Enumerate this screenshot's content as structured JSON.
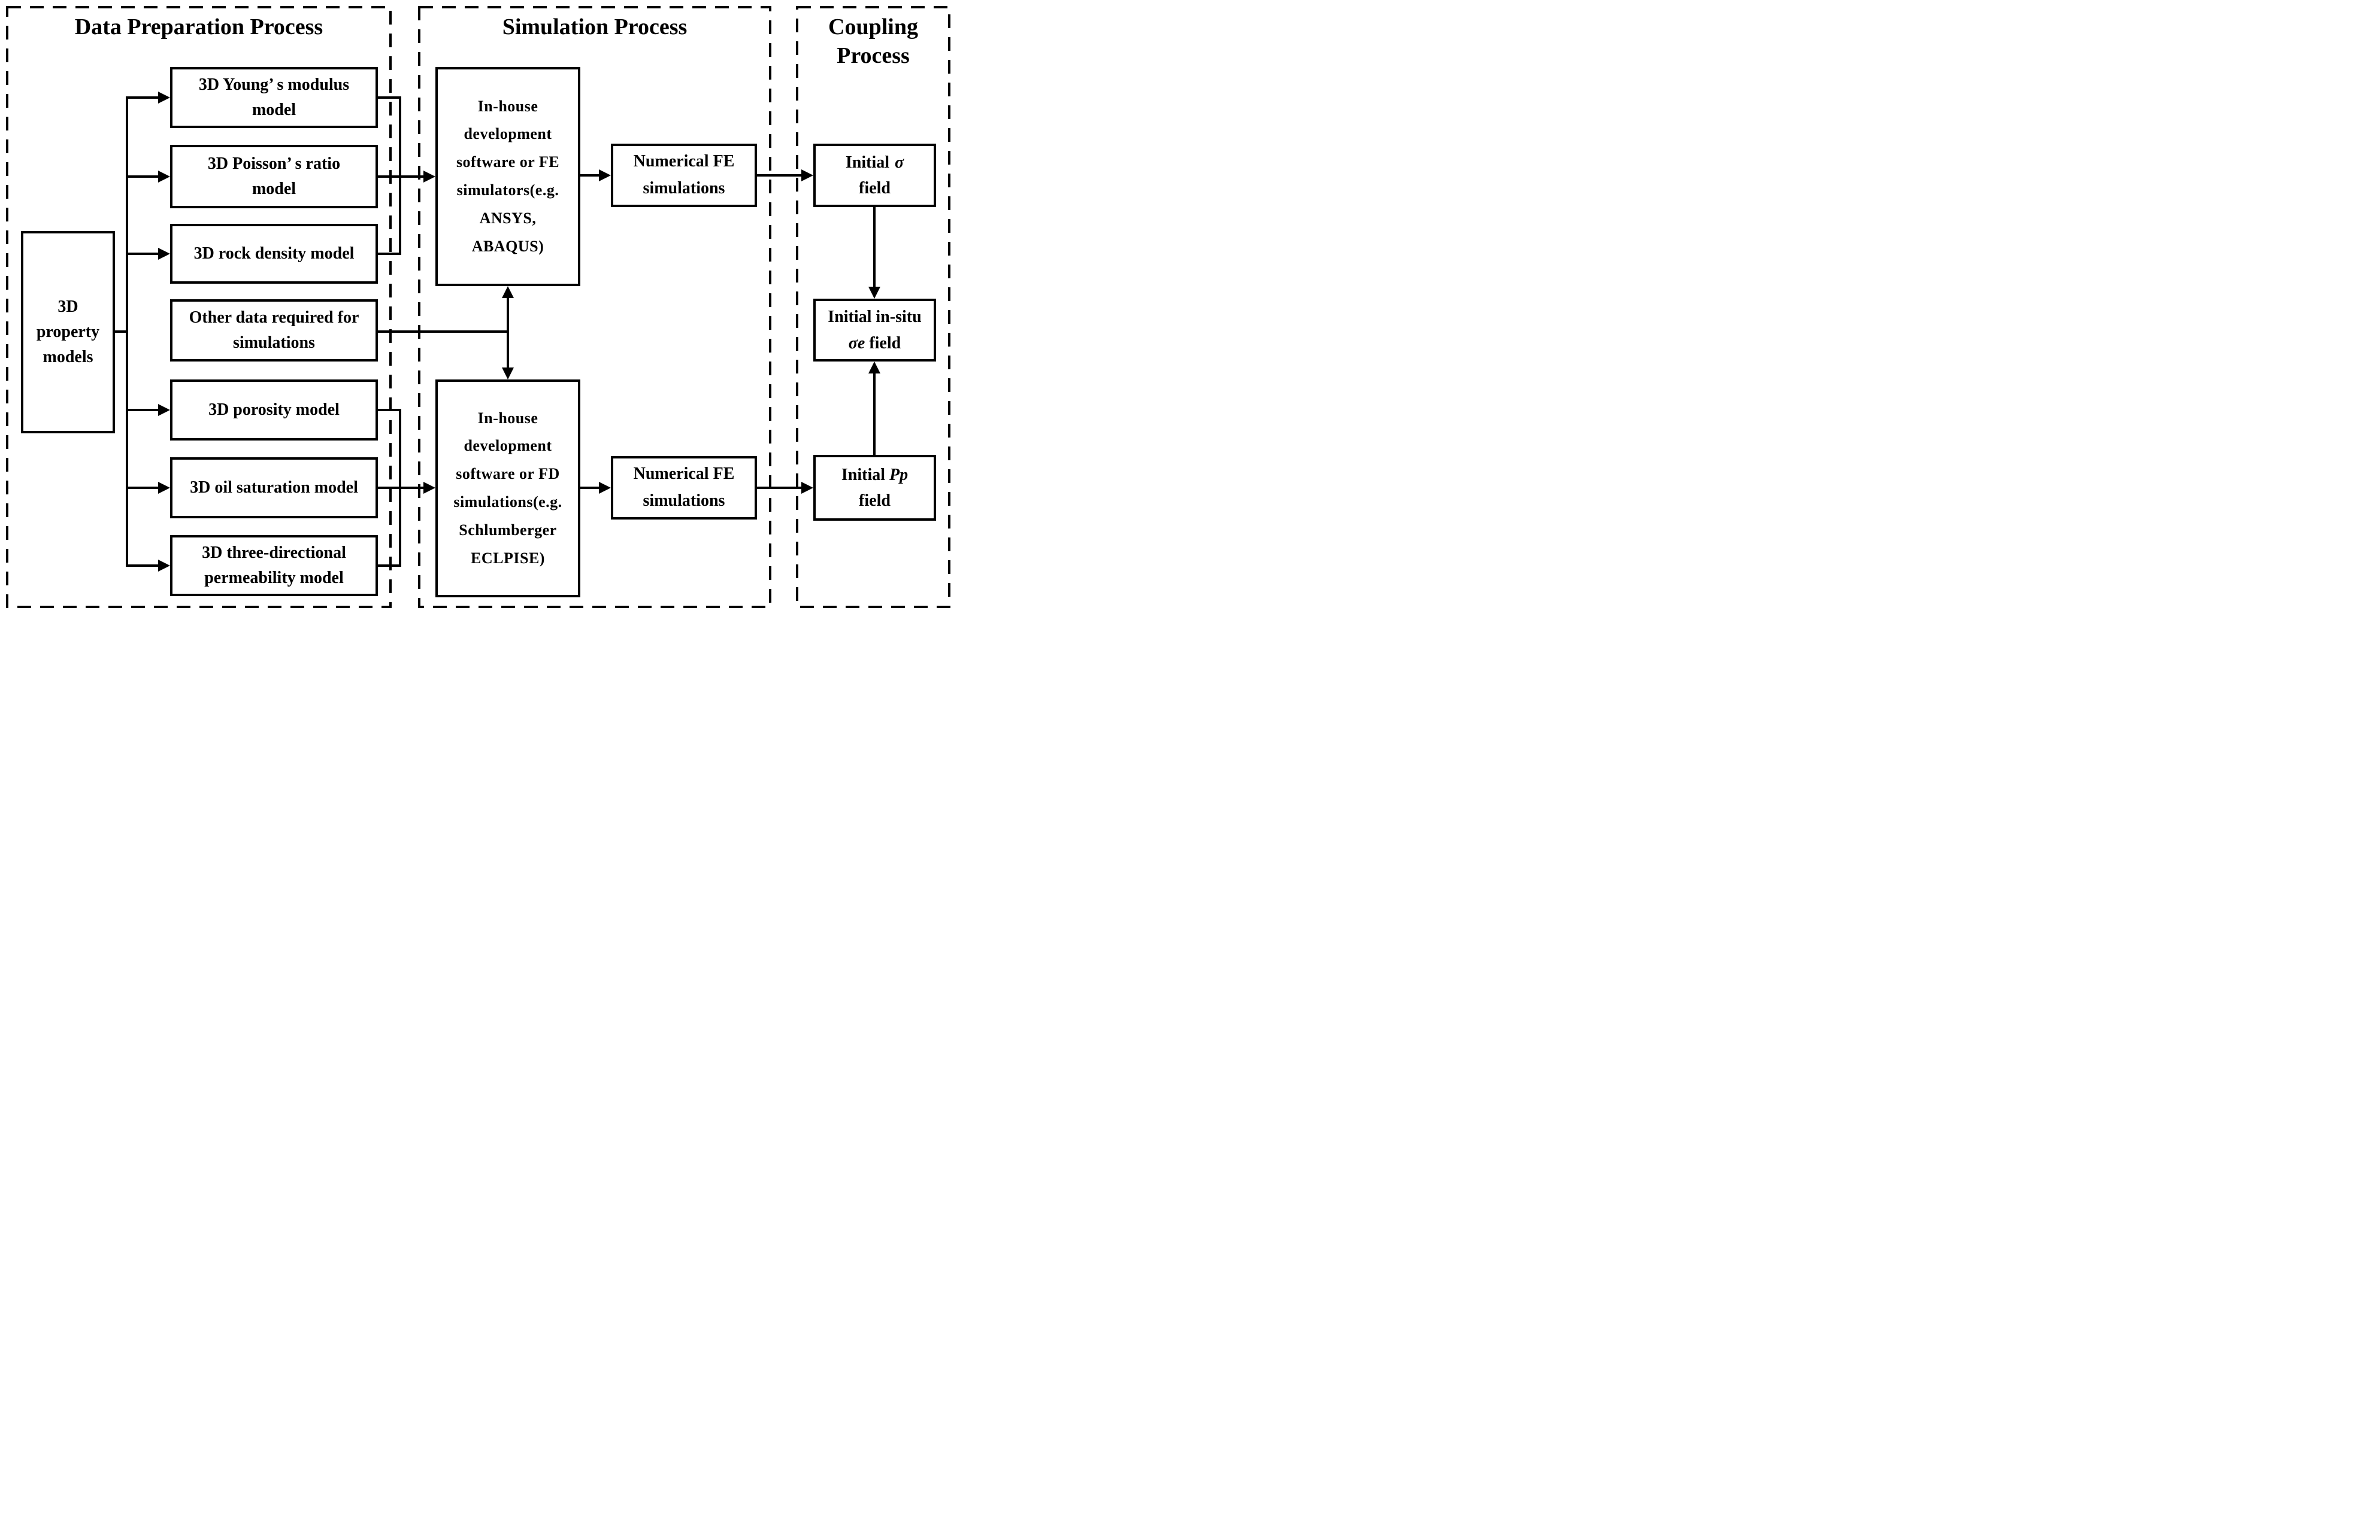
{
  "colors": {
    "ink": "#000000",
    "paper": "#ffffff"
  },
  "sections": {
    "data_preparation": {
      "title": "Data Preparation Process"
    },
    "simulation": {
      "title": "Simulation Process"
    },
    "coupling": {
      "title": "Coupling Process"
    }
  },
  "boxes": {
    "property_models": {
      "lines": [
        "3D",
        "property",
        "models"
      ]
    },
    "youngs_modulus": {
      "lines": [
        "3D Young’ s modulus",
        "model"
      ]
    },
    "poissons_ratio": {
      "lines": [
        "3D Poisson’ s ratio",
        "model"
      ]
    },
    "rock_density": {
      "lines": [
        "3D rock density model"
      ]
    },
    "other_data": {
      "lines": [
        "Other data required for",
        "simulations"
      ]
    },
    "porosity": {
      "lines": [
        "3D porosity model"
      ]
    },
    "oil_saturation": {
      "lines": [
        "3D oil saturation model"
      ]
    },
    "permeability": {
      "lines": [
        "3D three-directional",
        "permeability model"
      ]
    },
    "fe_software": {
      "lines": [
        "In-house",
        "development",
        "software or FE",
        "simulators(e.g.",
        "ANSYS,",
        "ABAQUS)"
      ]
    },
    "fd_software": {
      "lines": [
        "In-house",
        "development",
        "software or FD",
        "simulations(e.g.",
        "Schlumberger",
        "ECLPISE)"
      ]
    },
    "numerical_fe_top": {
      "lines": [
        "Numerical FE",
        "simulations"
      ]
    },
    "numerical_fe_bottom": {
      "lines": [
        "Numerical FE",
        "simulations"
      ]
    },
    "initial_sigma": {
      "prefix": "Initial",
      "symbol": "σ",
      "suffix": "field"
    },
    "initial_sigma_e": {
      "prefix": "Initial in-situ",
      "symbol": "σe",
      "suffix": "field"
    },
    "initial_pp": {
      "prefix": "Initial",
      "symbol": "Pp",
      "suffix": "field"
    }
  }
}
